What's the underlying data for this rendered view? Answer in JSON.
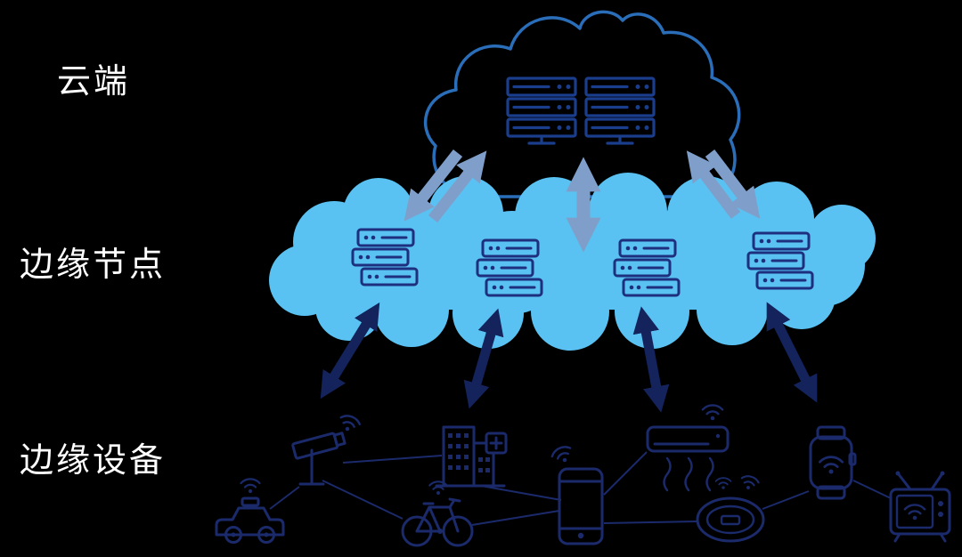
{
  "diagram": {
    "labels": {
      "cloud": "云端",
      "edge_nodes": "边缘节点",
      "edge_devices": "边缘设备"
    },
    "colors": {
      "background": "#000000",
      "label_text": "#ffffff",
      "cloud_outline": "#2a6db8",
      "server_dark": "#1b3e8c",
      "edge_cloud_fill": "#59c2f2",
      "edge_server_stroke": "#1d2f7e",
      "upper_arrow": "#7f9fca",
      "lower_arrow": "#14235c",
      "device_stroke": "#1b2a6b"
    },
    "icons": {
      "cloud_servers": [
        "server-rack-icon",
        "server-rack-icon"
      ],
      "edge_node_servers": [
        "server-icon",
        "server-icon",
        "server-icon",
        "server-icon"
      ],
      "devices": [
        "police-car-icon",
        "cctv-camera-icon",
        "smart-building-icon",
        "shared-bicycle-icon",
        "smartphone-icon",
        "air-conditioner-icon",
        "robot-vacuum-icon",
        "smartwatch-icon",
        "smart-tv-icon"
      ]
    }
  }
}
